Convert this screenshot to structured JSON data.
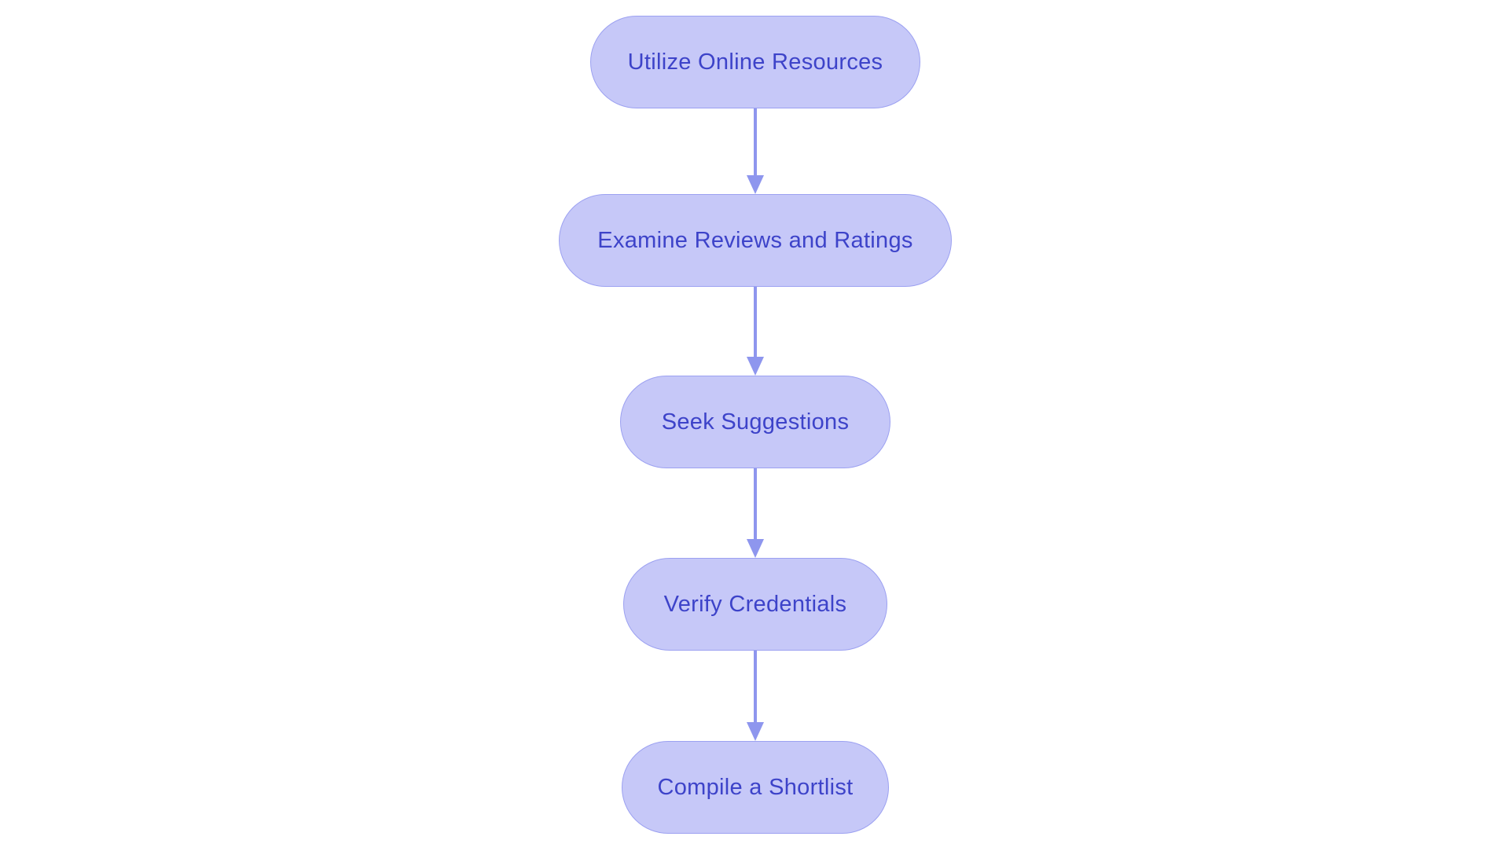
{
  "flowchart": {
    "type": "flowchart",
    "direction": "top-down",
    "nodes": [
      {
        "id": "n1",
        "label": "Utilize Online Resources"
      },
      {
        "id": "n2",
        "label": "Examine Reviews and Ratings"
      },
      {
        "id": "n3",
        "label": "Seek Suggestions"
      },
      {
        "id": "n4",
        "label": "Verify Credentials"
      },
      {
        "id": "n5",
        "label": "Compile a Shortlist"
      }
    ],
    "edges": [
      {
        "from": "n1",
        "to": "n2"
      },
      {
        "from": "n2",
        "to": "n3"
      },
      {
        "from": "n3",
        "to": "n4"
      },
      {
        "from": "n4",
        "to": "n5"
      }
    ],
    "colors": {
      "background": "#ffffff",
      "node_fill": "#c6c8f8",
      "node_border": "#9ca1f1",
      "node_text": "#3d43c9",
      "arrow": "#8e96ee"
    }
  }
}
